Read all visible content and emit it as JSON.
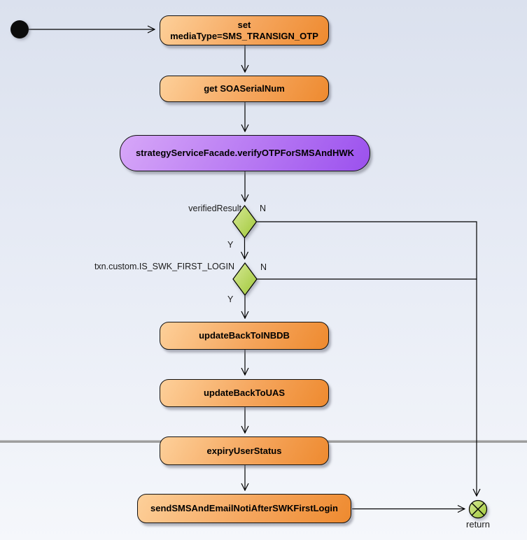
{
  "diagram_type": "uml-activity-flowchart",
  "colors": {
    "bg_top": "#dbe1ee",
    "bg_bottom": "#f5f7fb",
    "orange_light": "#fdd09a",
    "orange_dark": "#ee8a2f",
    "purple_light": "#d7a7f8",
    "purple_dark": "#9b51ee",
    "green_light": "#d6e896",
    "green_dark": "#a0c838",
    "rule_gray": "#9e9e9e"
  },
  "nodes": {
    "set_media": {
      "line1": "set",
      "line2": "mediaType=SMS_TRANSIGN_OTP"
    },
    "get_serial": {
      "label": "get SOASerialNum"
    },
    "verify_otp": {
      "label": "strategyServiceFacade.verifyOTPForSMSAndHWK"
    },
    "update_inbdb": {
      "label": "updateBackToINBDB"
    },
    "update_uas": {
      "label": "updateBackToUAS"
    },
    "expiry_user": {
      "label": "expiryUserStatus"
    },
    "send_noti": {
      "label": "sendSMSAndEmailNotiAfterSWKFirstLogin"
    },
    "return_node": {
      "label": "return"
    }
  },
  "decisions": {
    "verified": {
      "label": "verifiedResult",
      "yes": "Y",
      "no": "N"
    },
    "first_login": {
      "label": "txn.custom.IS_SWK_FIRST_LOGIN",
      "yes": "Y",
      "no": "N"
    }
  }
}
